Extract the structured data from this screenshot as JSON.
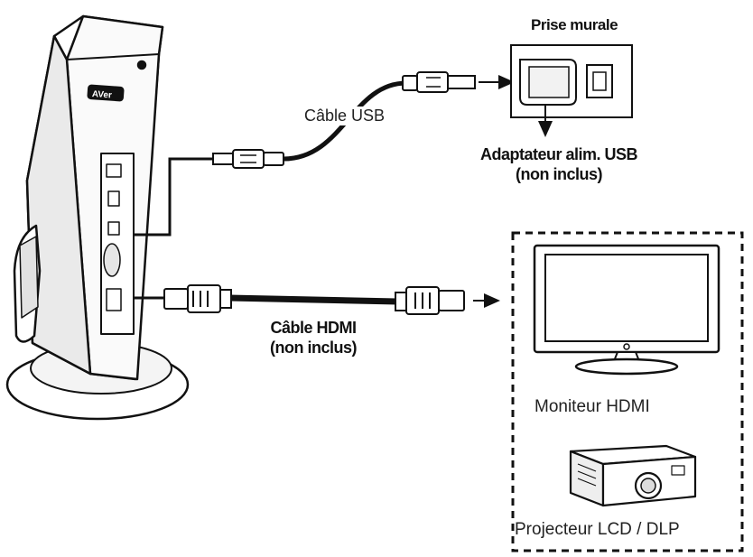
{
  "labels": {
    "wall_outlet": "Prise murale",
    "usb_cable": "Câble USB",
    "usb_adapter_line1": "Adaptateur alim. USB",
    "usb_adapter_line2": "(non inclus)",
    "hdmi_cable_line1": "Câble HDMI",
    "hdmi_cable_line2": "(non inclus)",
    "hdmi_monitor": "Moniteur HDMI",
    "projector": "Projecteur LCD / DLP"
  },
  "device_logo_text": "AVer",
  "icons": [
    "document-camera-icon",
    "usb-plug-icon",
    "usb-adapter-icon",
    "wall-outlet-icon",
    "hdmi-plug-icon",
    "monitor-icon",
    "projector-icon",
    "arrow-icon"
  ],
  "colors": {
    "ink": "#111111",
    "background": "#ffffff",
    "fill_light": "#f4f4f4"
  }
}
